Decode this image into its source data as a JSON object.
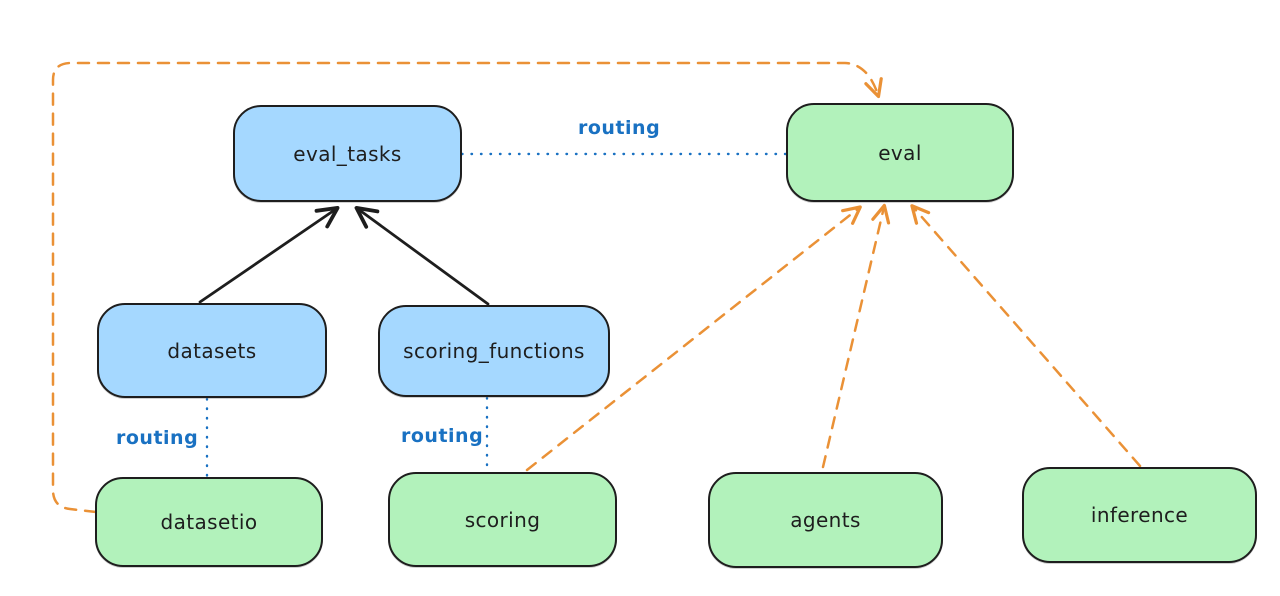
{
  "diagram": {
    "nodes": {
      "eval_tasks": {
        "label": "eval_tasks",
        "kind": "resource",
        "fill": "#a5d8ff"
      },
      "eval": {
        "label": "eval",
        "kind": "api",
        "fill": "#b2f2bb"
      },
      "datasets": {
        "label": "datasets",
        "kind": "resource",
        "fill": "#a5d8ff"
      },
      "scoring_functions": {
        "label": "scoring_functions",
        "kind": "resource",
        "fill": "#a5d8ff"
      },
      "datasetio": {
        "label": "datasetio",
        "kind": "api",
        "fill": "#b2f2bb"
      },
      "scoring": {
        "label": "scoring",
        "kind": "api",
        "fill": "#b2f2bb"
      },
      "agents": {
        "label": "agents",
        "kind": "api",
        "fill": "#b2f2bb"
      },
      "inference": {
        "label": "inference",
        "kind": "api",
        "fill": "#b2f2bb"
      }
    },
    "edge_labels": {
      "eval_tasks_eval": "routing",
      "datasets_datasetio": "routing",
      "scoring_functions_scoring": "routing"
    },
    "edges": [
      {
        "from": "datasets",
        "to": "eval_tasks",
        "style": "solid-black-arrow"
      },
      {
        "from": "scoring_functions",
        "to": "eval_tasks",
        "style": "solid-black-arrow"
      },
      {
        "from": "eval_tasks",
        "to": "eval",
        "style": "dotted-blue",
        "label": "routing"
      },
      {
        "from": "datasets",
        "to": "datasetio",
        "style": "dotted-blue",
        "label": "routing"
      },
      {
        "from": "scoring_functions",
        "to": "scoring",
        "style": "dotted-blue",
        "label": "routing"
      },
      {
        "from": "scoring",
        "to": "eval",
        "style": "dashed-orange-arrow"
      },
      {
        "from": "agents",
        "to": "eval",
        "style": "dashed-orange-arrow"
      },
      {
        "from": "inference",
        "to": "eval",
        "style": "dashed-orange-arrow"
      },
      {
        "from": "datasetio",
        "to": "eval",
        "style": "dashed-orange-arrow-wrap"
      }
    ],
    "colors": {
      "background": "#ffffff",
      "node_blue_fill": "#a5d8ff",
      "node_green_fill": "#b2f2bb",
      "node_border": "#1e1e1e",
      "routing_blue": "#1971c2",
      "dependency_orange": "#ea9136",
      "arrow_black": "#1e1e1e"
    }
  }
}
